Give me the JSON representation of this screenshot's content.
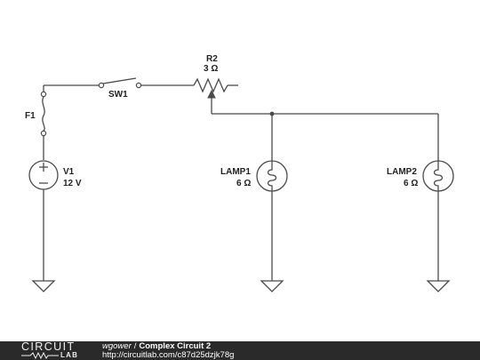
{
  "schematic": {
    "fuse": {
      "label": "F1"
    },
    "voltage_source": {
      "label": "V1",
      "value": "12 V"
    },
    "switch": {
      "label": "SW1"
    },
    "potentiometer": {
      "label": "R2",
      "value": "3 Ω"
    },
    "lamp1": {
      "label": "LAMP1",
      "value": "6 Ω"
    },
    "lamp2": {
      "label": "LAMP2",
      "value": "6 Ω"
    }
  },
  "footer": {
    "logo_top": "CIRCUIT",
    "logo_bottom": "LAB",
    "author": "wgower",
    "separator": "/",
    "title": "Complex Circuit 2",
    "url": "http://circuitlab.com/c87d25dzjk78g"
  },
  "colors": {
    "wire": "#4a4a4a",
    "label": "#222222",
    "footer_background": "#2a2a2a",
    "footer_text": "#ffffff"
  },
  "icons": [
    "fuse-icon",
    "voltage-source-icon",
    "switch-icon",
    "potentiometer-icon",
    "lamp-icon",
    "ground-icon"
  ]
}
